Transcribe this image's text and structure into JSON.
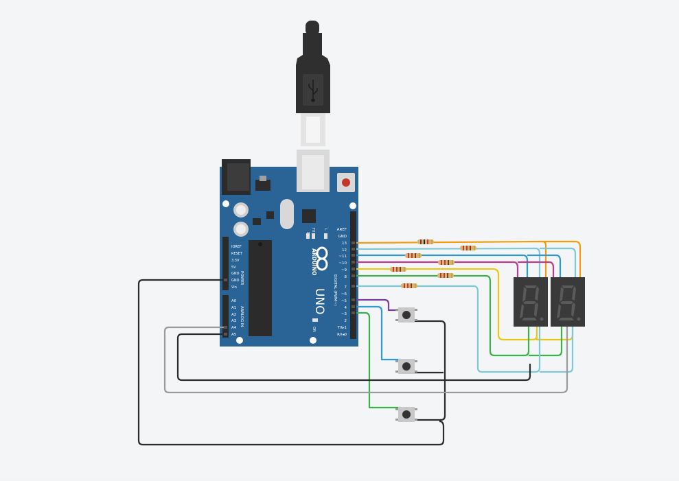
{
  "board": {
    "name": "UNO",
    "brand": "ARDUINO",
    "digital_header_label": "DIGITAL (PWM~)",
    "power_header_label": "POWER",
    "analog_header_label": "ANALOG IN",
    "on_label": "ON",
    "led_labels": {
      "l": "L",
      "tx": "TX",
      "rx": "RX"
    },
    "digital_pins": [
      "AREF",
      "GND",
      "13",
      "12",
      "~11",
      "~10",
      "~9",
      "8",
      "7",
      "~6",
      "~5",
      "4",
      "~3",
      "2",
      "TX▸1",
      "RX◂0"
    ],
    "power_pins": [
      "IOREF",
      "RESET",
      "3.3V",
      "5V",
      "GND",
      "GND",
      "Vin"
    ],
    "analog_pins": [
      "A0",
      "A1",
      "A2",
      "A3",
      "A4",
      "A5"
    ]
  },
  "components": {
    "resistor_count": 7,
    "pushbutton_count": 3,
    "seven_segment_count": 2,
    "usb_cable": "usb-b-cable-icon"
  },
  "colors": {
    "background": "#f3f5f7",
    "board": "#2a6496",
    "wire_orange": "#f39c12",
    "wire_teal": "#7ec8d5",
    "wire_blue": "#2e9ad0",
    "wire_magenta": "#c0398a",
    "wire_yellow": "#e8c718",
    "wire_green": "#3cb04a",
    "wire_purple": "#7a3f9d",
    "wire_black": "#2b2b2b",
    "wire_grey": "#9a9a9a",
    "display_body": "#3a3a3a",
    "segment_off": "#5a5a5a"
  }
}
